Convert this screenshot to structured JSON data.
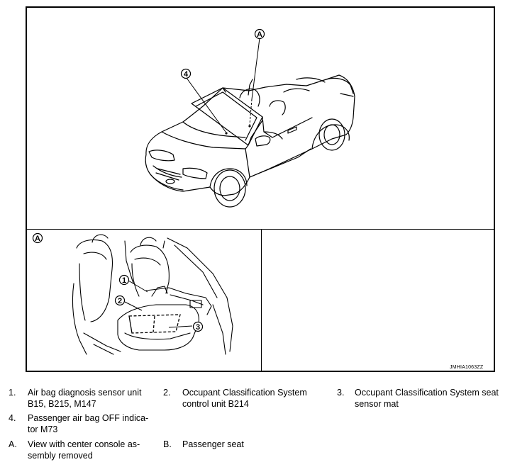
{
  "figure_id": "JMHIA1063ZZ",
  "callouts": {
    "A": "A",
    "one": "1",
    "two": "2",
    "three": "3",
    "four": "4"
  },
  "legend": [
    {
      "num": "1.",
      "lines": [
        "Air bag diagnosis sensor unit",
        "B15, B215, M147"
      ]
    },
    {
      "num": "2.",
      "lines": [
        "Occupant Classification System",
        "control unit B214"
      ]
    },
    {
      "num": "3.",
      "lines": [
        "Occupant Classification System seat",
        "sensor mat"
      ]
    },
    {
      "num": "4.",
      "lines": [
        "Passenger air bag OFF indica-",
        "tor M73"
      ]
    },
    {
      "num": "A.",
      "lines": [
        "View with center console as-",
        "sembly removed"
      ]
    },
    {
      "num": "B.",
      "lines": [
        "Passenger seat"
      ]
    }
  ]
}
